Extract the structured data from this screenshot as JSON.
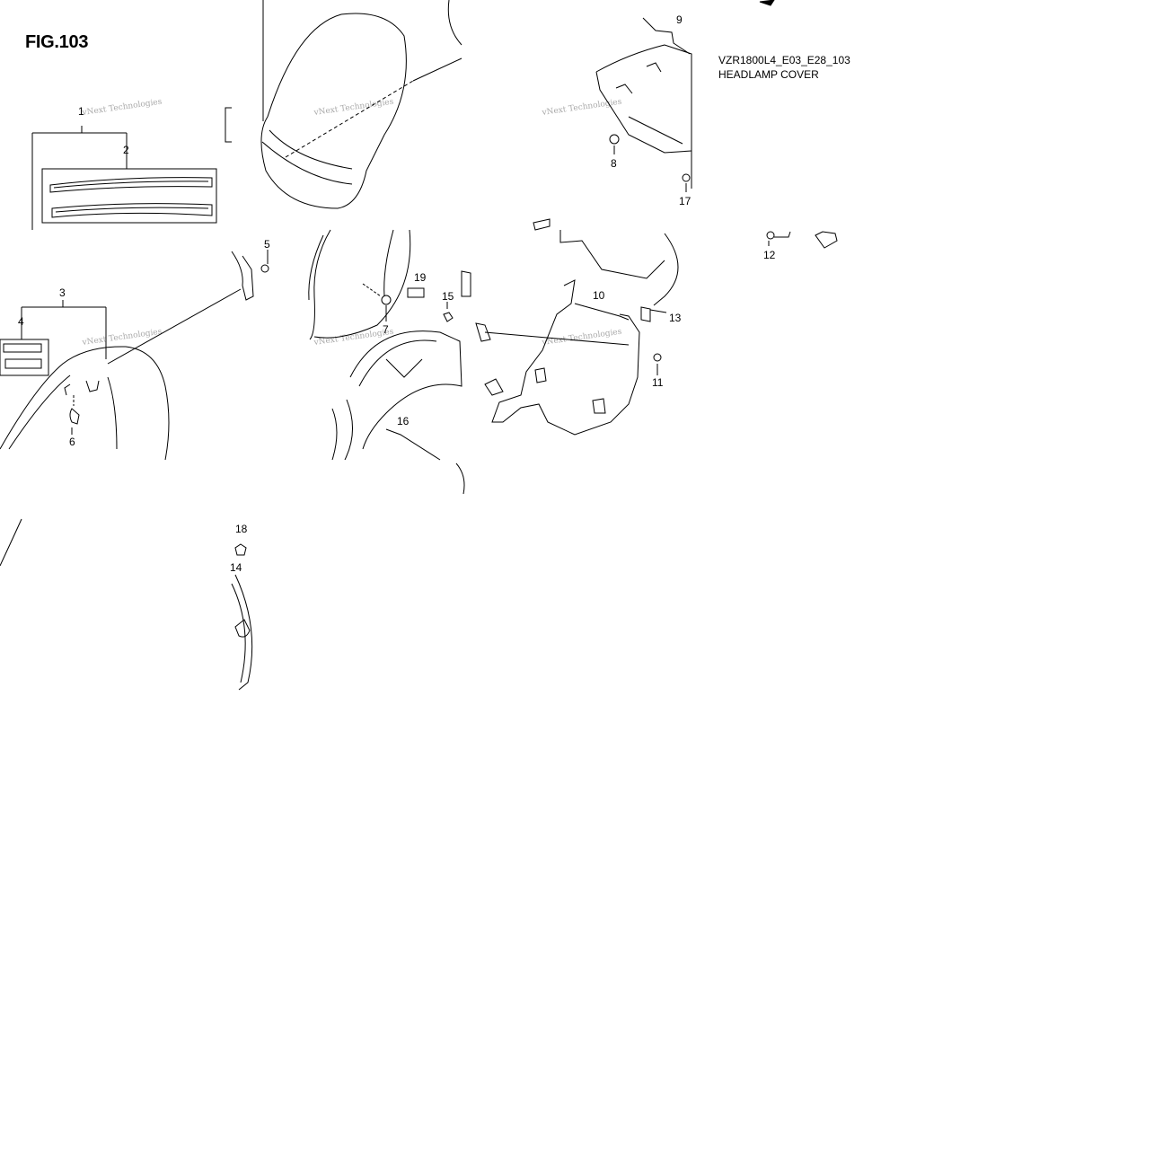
{
  "figure": {
    "label": "FIG.103",
    "code": "VZR1800L4_E03_E28_103",
    "name": "HEADLAMP COVER"
  },
  "callouts": [
    {
      "id": "c1",
      "number": "1"
    },
    {
      "id": "c2",
      "number": "2"
    },
    {
      "id": "c3",
      "number": "3"
    },
    {
      "id": "c4",
      "number": "4"
    },
    {
      "id": "c5",
      "number": "5"
    },
    {
      "id": "c6",
      "number": "6"
    },
    {
      "id": "c7",
      "number": "7"
    },
    {
      "id": "c8",
      "number": "8"
    },
    {
      "id": "c9",
      "number": "9"
    },
    {
      "id": "c10",
      "number": "10"
    },
    {
      "id": "c11",
      "number": "11"
    },
    {
      "id": "c12",
      "number": "12"
    },
    {
      "id": "c13",
      "number": "13"
    },
    {
      "id": "c14",
      "number": "14"
    },
    {
      "id": "c15",
      "number": "15"
    },
    {
      "id": "c16",
      "number": "16"
    },
    {
      "id": "c17",
      "number": "17"
    },
    {
      "id": "c18",
      "number": "18"
    },
    {
      "id": "c19",
      "number": "19"
    }
  ],
  "watermark": {
    "text": "vNext Technologies"
  }
}
